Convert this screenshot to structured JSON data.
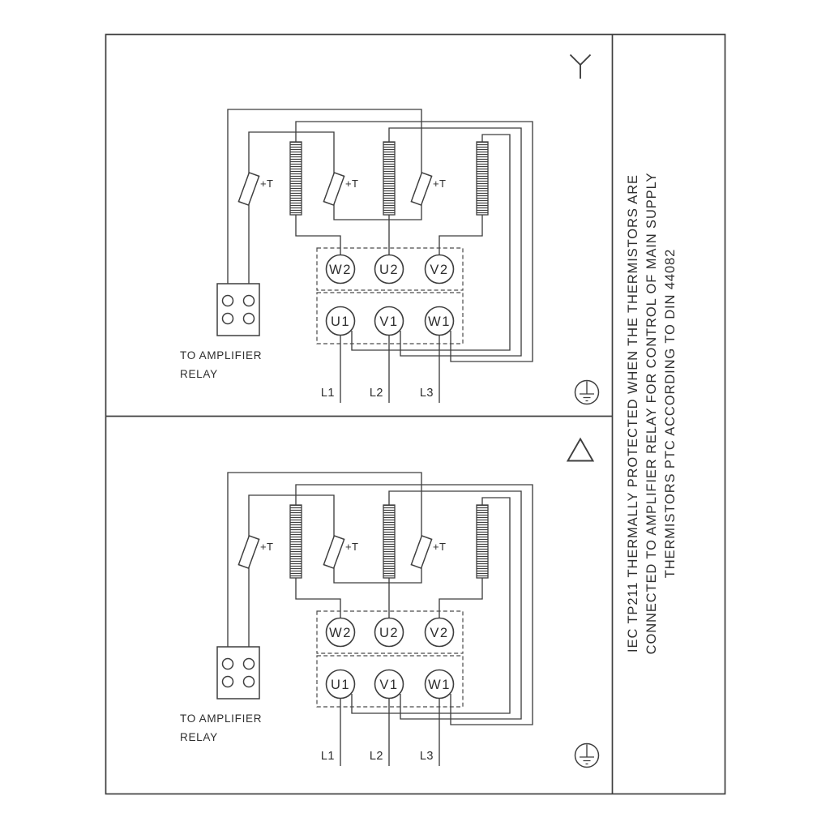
{
  "colors": {
    "background": "#ffffff",
    "line": "#3f3f3f",
    "text": "#2e2e2e"
  },
  "panels": [
    {
      "connection": "star",
      "connection_icon": "star-y-icon",
      "thermistor_labels": [
        "+T",
        "+T",
        "+T"
      ],
      "relay_caption_line1": "TO AMPLIFIER",
      "relay_caption_line2": "RELAY",
      "terminals_top": [
        "W2",
        "U2",
        "V2"
      ],
      "terminals_bottom": [
        "U1",
        "V1",
        "W1"
      ],
      "supply_labels": [
        "L1",
        "L2",
        "L3"
      ],
      "ground_icon": "earth-ground-icon"
    },
    {
      "connection": "delta",
      "connection_icon": "delta-triangle-icon",
      "thermistor_labels": [
        "+T",
        "+T",
        "+T"
      ],
      "relay_caption_line1": "TO AMPLIFIER",
      "relay_caption_line2": "RELAY",
      "terminals_top": [
        "W2",
        "U2",
        "V2"
      ],
      "terminals_bottom": [
        "U1",
        "V1",
        "W1"
      ],
      "supply_labels": [
        "L1",
        "L2",
        "L3"
      ],
      "ground_icon": "earth-ground-icon"
    }
  ],
  "side_note": {
    "lines": [
      "IEC TP211 THERMALLY PROTECTED WHEN THE THERMISTORS ARE",
      "CONNECTED TO AMPLIFIER RELAY FOR CONTROL OF MAIN SUPPLY",
      "THERMISTORS PTC ACCORDING TO DIN 44082"
    ]
  }
}
